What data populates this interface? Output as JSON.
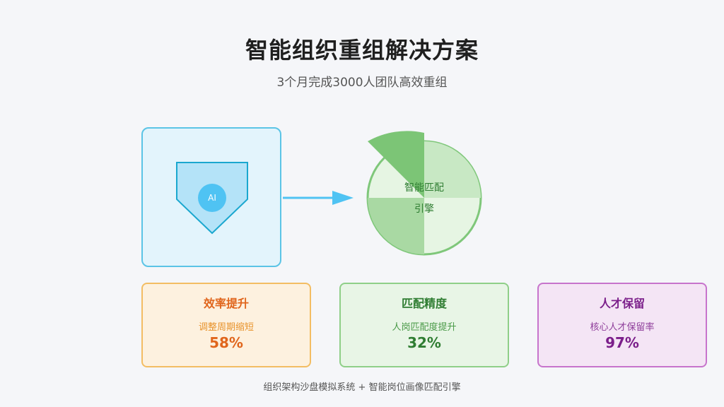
{
  "header": {
    "title": "智能组织重组解决方案",
    "subtitle": "3个月完成3000人团队高效重组"
  },
  "diagram": {
    "ai_badge": "AI",
    "engine_label_line1": "智能匹配",
    "engine_label_line2": "引擎",
    "colors": {
      "ai_box_fill": "#e3f4fc",
      "ai_box_border": "#5bc4e6",
      "shield_fill": "#b4e3f8",
      "shield_border": "#1aa7cf",
      "badge_fill": "#4fc3f3",
      "arrow": "#4fc3f3",
      "engine_border": "#7fc77a",
      "engine_dark": "#7cc576",
      "engine_mid": "#a9d9a3",
      "engine_light": "#c8e8c4",
      "engine_pale": "#e6f5e3"
    }
  },
  "cards": [
    {
      "title": "效率提升",
      "desc": "调整周期缩短",
      "value": "58%",
      "accent": "#e0651c"
    },
    {
      "title": "匹配精度",
      "desc": "人岗匹配度提升",
      "value": "32%",
      "accent": "#2f7d32"
    },
    {
      "title": "人才保留",
      "desc": "核心人才保留率",
      "value": "97%",
      "accent": "#7b1f8a"
    }
  ],
  "footer": {
    "text": "组织架构沙盘模拟系统 + 智能岗位画像匹配引擎"
  }
}
